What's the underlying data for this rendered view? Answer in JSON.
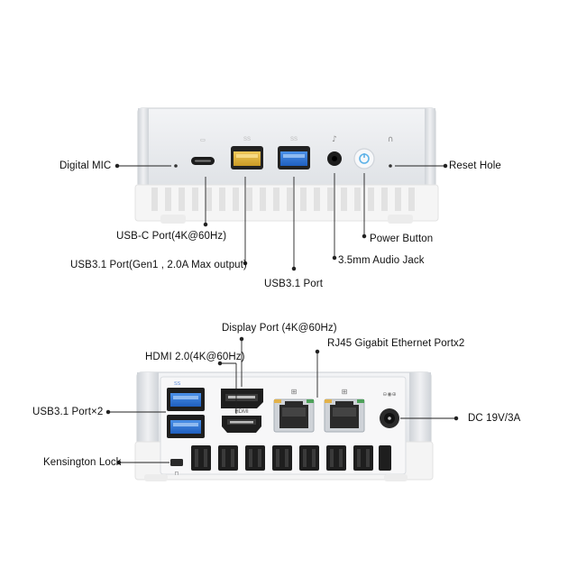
{
  "front": {
    "labels": {
      "digital_mic": "Digital MIC",
      "usb_c": "USB-C Port(4K@60Hz)",
      "usb31_gen1": "USB3.1 Port(Gen1 , 2.0A Max output)",
      "usb31": "USB3.1 Port",
      "audio": "3.5mm Audio Jack",
      "power": "Power Button",
      "reset": "Reset Hole"
    },
    "port_marks": {
      "usb_a_left": "SS",
      "usb_a_right": "SS"
    }
  },
  "rear": {
    "labels": {
      "display_port": "Display Port (4K@60Hz)",
      "hdmi": "HDMI 2.0(4K@60Hz)",
      "rj45": "RJ45 Gigabit Ethernet Portx2",
      "usb31x2": "USB3.1 Port×2",
      "dc": "DC 19V/3A",
      "kensington": "Kensington Lock"
    },
    "port_marks": {
      "hdmi": "HDMI",
      "usb": "SS"
    }
  },
  "colors": {
    "usb_yellow": "#e0b23a",
    "usb_blue": "#2f77d6",
    "power_ring": "#5fb3e8",
    "leader": "#222222",
    "body_top": "#e9ebee",
    "body_base": "#f4f4f4"
  }
}
